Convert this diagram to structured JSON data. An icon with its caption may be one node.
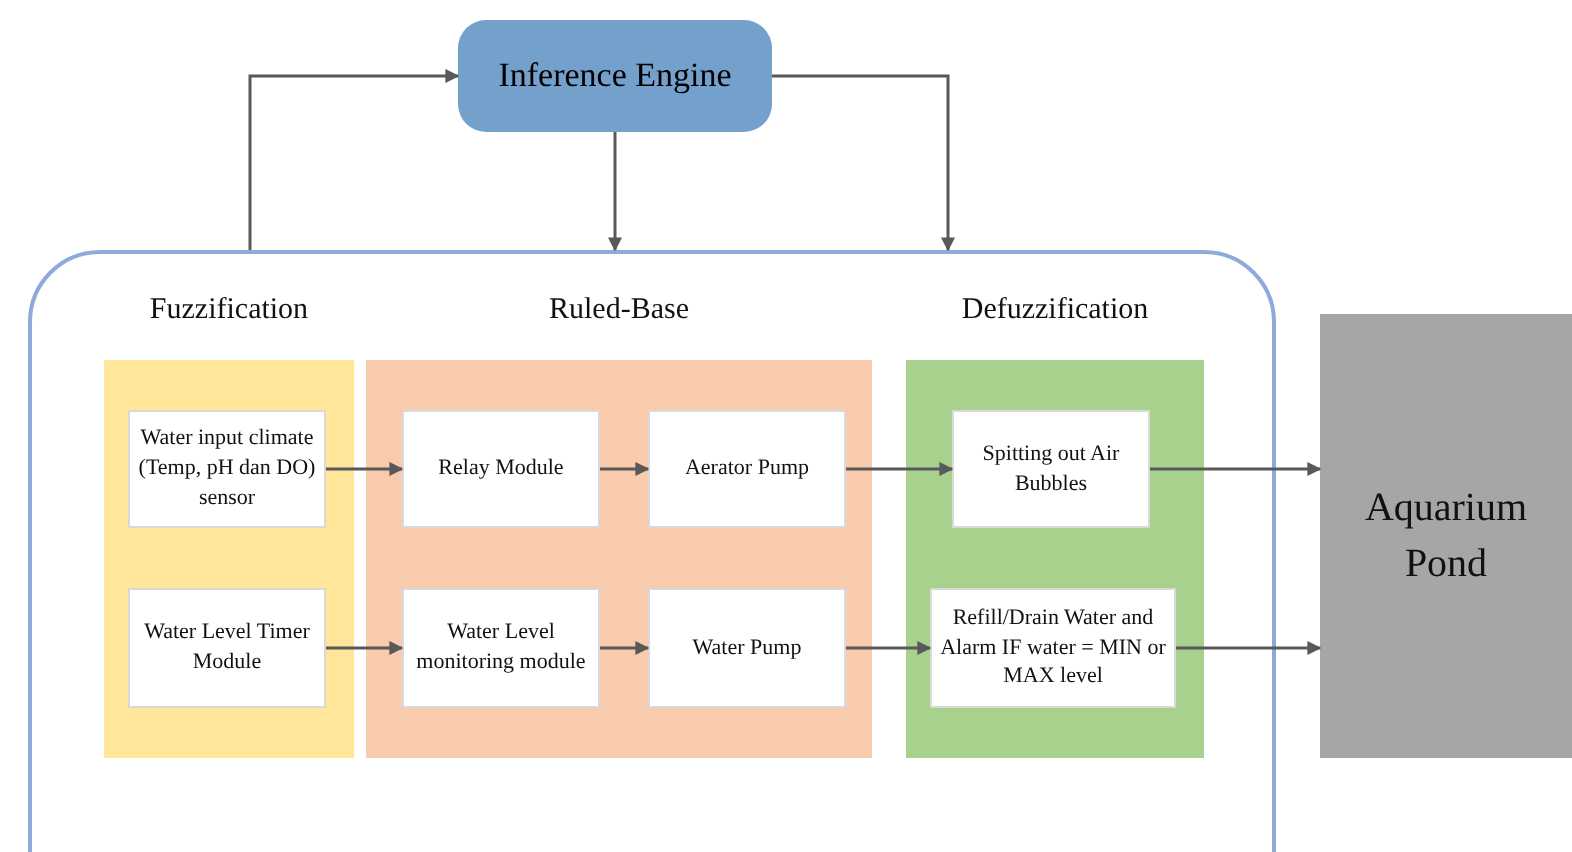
{
  "diagram": {
    "nodes": [
      {
        "text": [
          "Inference Engine"
        ]
      },
      {
        "text": [],
        "shape": "box"
      },
      {
        "text": [
          "Fuzzification"
        ],
        "in": 1
      },
      {
        "text": [
          "Water input climate (Temp, pH dan DO) sensor"
        ],
        "in": 2
      },
      {
        "text": [
          "Water Level Timer Module"
        ],
        "in": 2
      },
      {
        "text": [
          "Ruled-Base"
        ],
        "in": 1
      },
      {
        "text": [
          "Relay Module"
        ],
        "in": 5
      },
      {
        "text": [
          "Aerator Pump"
        ],
        "in": 5
      },
      {
        "text": [
          "Water Level monitoring module"
        ],
        "in": 5
      },
      {
        "text": [
          "Water Pump"
        ],
        "in": 5
      },
      {
        "text": [
          "Defuzzification"
        ],
        "in": 1
      },
      {
        "text": [
          "Spitting out Air Bubbles"
        ],
        "in": 10
      },
      {
        "text": [
          "Refill/Drain Water and Alarm IF water = MIN or MAX level"
        ],
        "in": 10
      },
      {
        "text": [
          "Aquarium Pond"
        ]
      }
    ],
    "edges": [
      {
        "from": 1,
        "to": 0,
        "arrow": "to"
      },
      {
        "from": 0,
        "to": 1,
        "arrow": "to"
      },
      {
        "from": 0,
        "to": 1,
        "arrow": "to"
      },
      {
        "from": 3,
        "to": 6,
        "arrow": "to"
      },
      {
        "from": 6,
        "to": 7,
        "arrow": "to"
      },
      {
        "from": 7,
        "to": 11,
        "arrow": "to"
      },
      {
        "from": 11,
        "to": 13,
        "arrow": "to"
      },
      {
        "from": 4,
        "to": 8,
        "arrow": "to"
      },
      {
        "from": 8,
        "to": 9,
        "arrow": "to"
      },
      {
        "from": 9,
        "to": 12,
        "arrow": "to"
      },
      {
        "from": 12,
        "to": 13,
        "arrow": "to"
      }
    ]
  }
}
